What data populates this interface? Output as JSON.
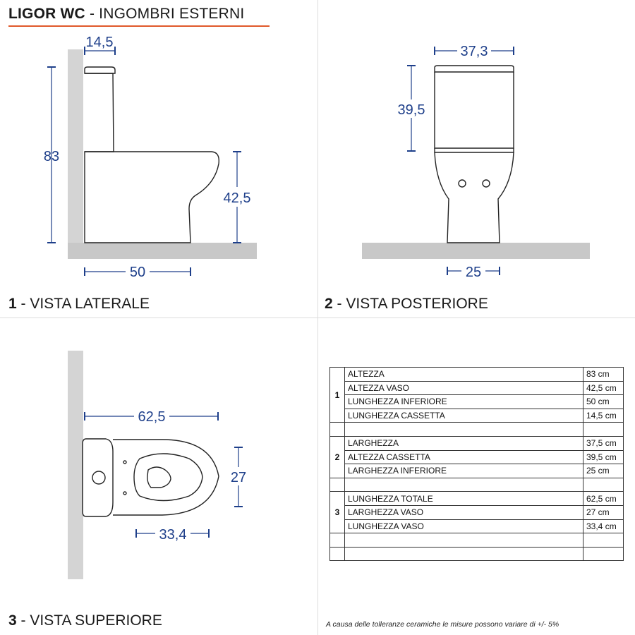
{
  "header": {
    "brand": "LIGOR WC",
    "subtitle": " - INGOMBRI ESTERNI"
  },
  "views": [
    {
      "number": "1",
      "label": " - VISTA LATERALE"
    },
    {
      "number": "2",
      "label": " - VISTA POSTERIORE"
    },
    {
      "number": "3",
      "label": " - VISTA SUPERIORE"
    }
  ],
  "dimensions": {
    "side": {
      "cistern_depth": "14,5",
      "total_height": "83",
      "bowl_height": "42,5",
      "base_length": "50"
    },
    "rear": {
      "width": "37,3",
      "cistern_height": "39,5",
      "base_width": "25"
    },
    "top": {
      "total_length": "62,5",
      "bowl_width": "27",
      "bowl_length": "33,4"
    }
  },
  "table": {
    "groups": [
      {
        "id": "1",
        "rows": [
          {
            "label": "ALTEZZA",
            "value": "83 cm"
          },
          {
            "label": "ALTEZZA VASO",
            "value": "42,5 cm"
          },
          {
            "label": "LUNGHEZZA INFERIORE",
            "value": "50 cm"
          },
          {
            "label": "LUNGHEZZA CASSETTA",
            "value": "14,5 cm"
          }
        ]
      },
      {
        "id": "2",
        "rows": [
          {
            "label": "LARGHEZZA",
            "value": "37,5 cm"
          },
          {
            "label": "ALTEZZA CASSETTA",
            "value": "39,5 cm"
          },
          {
            "label": "LARGHEZZA INFERIORE",
            "value": "25 cm"
          }
        ]
      },
      {
        "id": "3",
        "rows": [
          {
            "label": "LUNGHEZZA TOTALE",
            "value": "62,5 cm"
          },
          {
            "label": "LARGHEZZA VASO",
            "value": "27 cm"
          },
          {
            "label": "LUNGHEZZA VASO",
            "value": "33,4 cm"
          }
        ]
      }
    ]
  },
  "footnote": "A causa delle tolleranze ceramiche le misure possono variare di +/- 5%",
  "colors": {
    "accent": "#e0592a",
    "dimension": "#1e3f8a",
    "ground": "#c8c8c8",
    "wall": "#d4d4d4"
  }
}
